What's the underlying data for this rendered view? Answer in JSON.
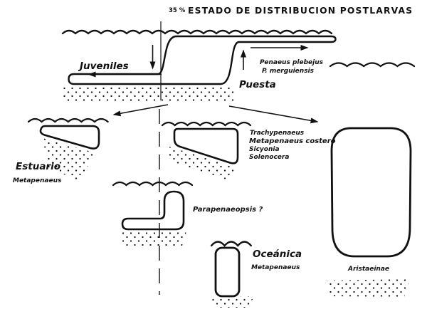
{
  "colors": {
    "ink": "#111111",
    "paper": "#ffffff"
  },
  "header": {
    "percent": "35 %",
    "title": "ESTADO DE DISTRIBUCION POSTLARVAS"
  },
  "surface_zone": {
    "juveniles_label": "Juveniles",
    "spawning_label": "Puesta",
    "species": [
      "Penaeus plebejus",
      "P. merguiensis"
    ]
  },
  "estuary": {
    "label": "Estuario",
    "species": [
      "Metapenaeus"
    ]
  },
  "coastal": {
    "species": [
      "Trachypenaeus",
      "Metapenaeus costero",
      "Sicyonia",
      "Solenocera"
    ]
  },
  "transitional": {
    "species": [
      "Parapenaeopsis ?"
    ]
  },
  "oceanic": {
    "label": "Oceánica",
    "species": [
      "Metapenaeus"
    ]
  },
  "deep": {
    "species": [
      "Aristaeinae"
    ]
  }
}
